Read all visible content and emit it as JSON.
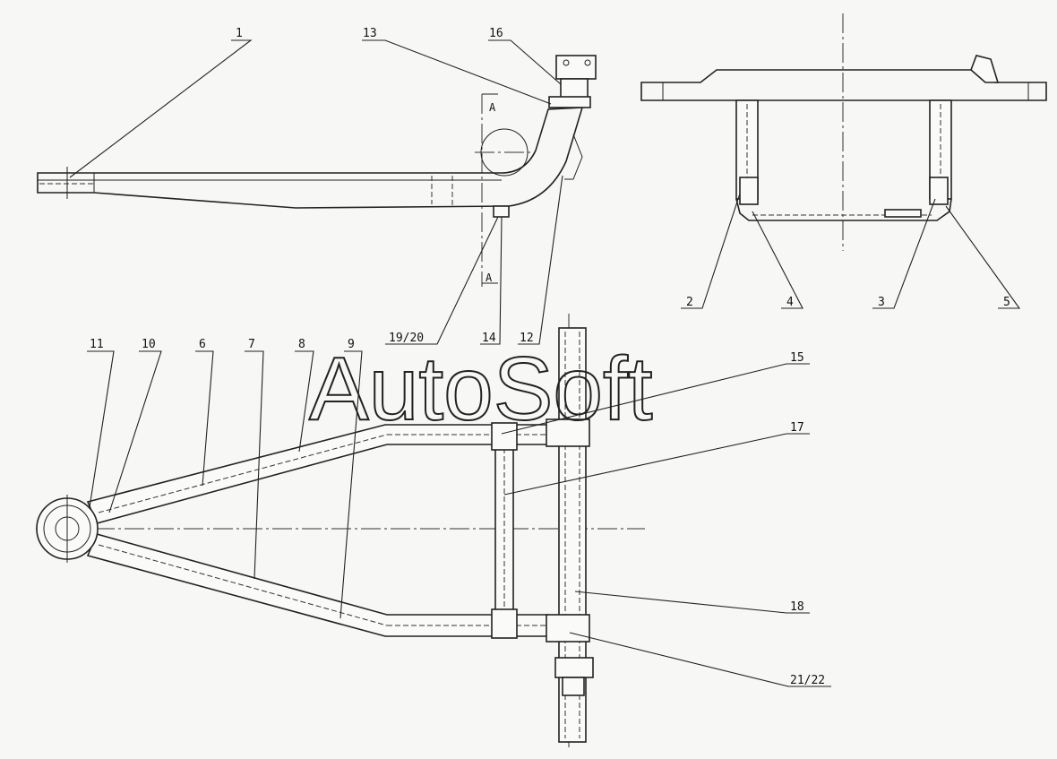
{
  "watermark": "AutoSoft",
  "section_mark": "A",
  "callouts": [
    {
      "id": "c1",
      "text": "1"
    },
    {
      "id": "c13",
      "text": "13"
    },
    {
      "id": "c16",
      "text": "16"
    },
    {
      "id": "c2",
      "text": "2"
    },
    {
      "id": "c4",
      "text": "4"
    },
    {
      "id": "c3",
      "text": "3"
    },
    {
      "id": "c5",
      "text": "5"
    },
    {
      "id": "c19",
      "text": "19/20"
    },
    {
      "id": "c14",
      "text": "14"
    },
    {
      "id": "c12",
      "text": "12"
    },
    {
      "id": "c11",
      "text": "11"
    },
    {
      "id": "c10",
      "text": "10"
    },
    {
      "id": "c6",
      "text": "6"
    },
    {
      "id": "c7",
      "text": "7"
    },
    {
      "id": "c8",
      "text": "8"
    },
    {
      "id": "c9",
      "text": "9"
    },
    {
      "id": "c15",
      "text": "15"
    },
    {
      "id": "c17",
      "text": "17"
    },
    {
      "id": "c18",
      "text": "18"
    },
    {
      "id": "c21",
      "text": "21/22"
    }
  ]
}
